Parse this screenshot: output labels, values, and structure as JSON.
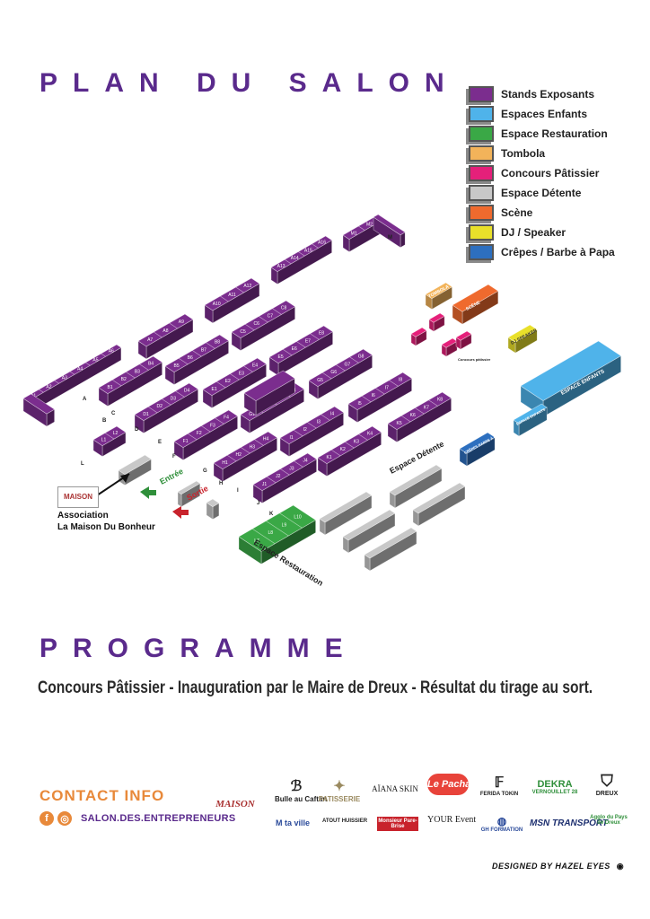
{
  "title": "PLAN DU SALON",
  "programme_title": "PROGRAMME",
  "programme_text": "Concours Pâtissier - Inauguration par le Maire de Dreux - Résultat du tirage au sort.",
  "legend": [
    {
      "label": "Stands Exposants",
      "color": "#7b2d8e"
    },
    {
      "label": "Espaces Enfants",
      "color": "#4fb3ea"
    },
    {
      "label": "Espace Restauration",
      "color": "#3aa846"
    },
    {
      "label": "Tombola",
      "color": "#f2b35a"
    },
    {
      "label": "Concours Pâtissier",
      "color": "#e5207a"
    },
    {
      "label": "Espace Détente",
      "color": "#c8c8c8"
    },
    {
      "label": "Scène",
      "color": "#ef6a2e"
    },
    {
      "label": "DJ / Speaker",
      "color": "#e9e02a"
    },
    {
      "label": "Crêpes / Barbe à Papa",
      "color": "#2d6fbf"
    }
  ],
  "map": {
    "entree": "Entrée",
    "sortie": "Sortie",
    "espace_detente": "Espace Détente",
    "espace_restauration": "Espace Restauration",
    "tombola": "TOMBOLA",
    "scene": "SCÈNE",
    "dj": "DJ SPEAKER",
    "enfants": "ESPACE ENFANTS",
    "enfants_small": "ESPACE ENFANTS",
    "crepes": "CRÊPES BARBE À PAPA",
    "concours": "Concours pâtissier",
    "association_line1": "Association",
    "association_line2": "La Maison Du Bonheur",
    "logo_text": "MAISON",
    "row_letters": [
      "A",
      "B",
      "C",
      "D",
      "E",
      "F",
      "G",
      "H",
      "I",
      "J",
      "K",
      "L",
      "M"
    ]
  },
  "contact": {
    "title": "CONTACT INFO",
    "handle": "SALON.DES.ENTREPRENEURS",
    "fb_icon": "f",
    "ig_icon": "◎"
  },
  "sponsors": {
    "s1": "Bulle au Caftan",
    "s2": "PATISSERIE",
    "s3": "AÏANA SKIN",
    "s4": "Le Pacha",
    "s5": "FERIDA TOKIN",
    "s6": "DEKRA",
    "s6b": "VERNOUILLET 28",
    "s7": "DREUX",
    "s8": "MAISON",
    "s9": "M ta ville",
    "s10": "ATOUT HUISSIER",
    "s11": "Monsieur Pare-Brise",
    "s12": "YOUR Event",
    "s13": "GH FORMATION",
    "s14": "MSN TRANSPORT",
    "s15": "Agglo du Pays de Dreux"
  },
  "designed_by": "DESIGNED BY  HAZEL EYES"
}
